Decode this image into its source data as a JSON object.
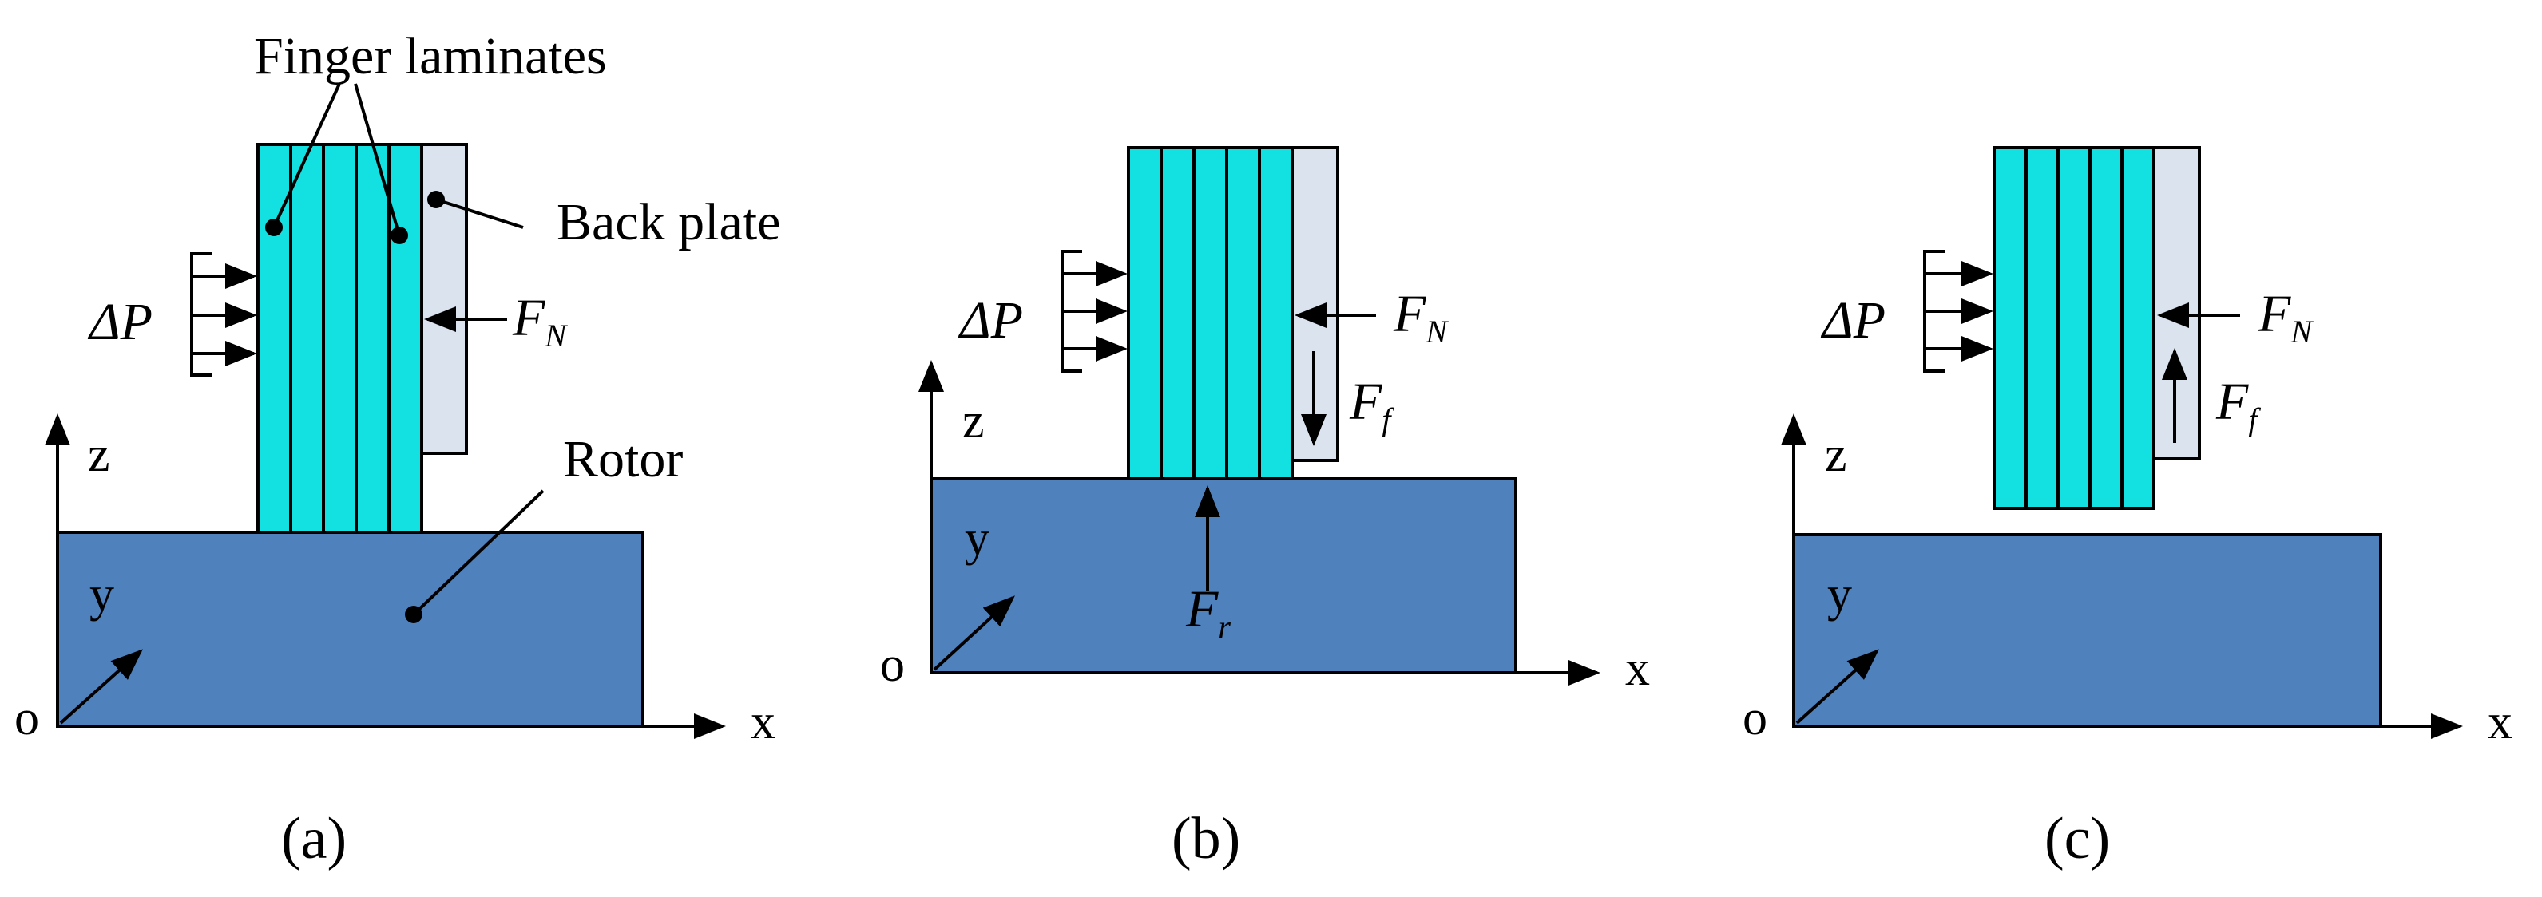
{
  "labels": {
    "finger_laminates": "Finger laminates",
    "back_plate": "Back plate",
    "rotor": "Rotor"
  },
  "axes": {
    "x": "x",
    "y": "y",
    "z": "z",
    "origin": "o"
  },
  "forces": {
    "pressure": "ΔP",
    "normal_main": "F",
    "normal_sub": "N",
    "friction_main": "F",
    "friction_sub": "f",
    "reaction_main": "F",
    "reaction_sub": "r"
  },
  "captions": [
    "(a)",
    "(b)",
    "(c)"
  ],
  "colors": {
    "rotor": "#4f81bd",
    "laminate": "#13e0e0",
    "back_plate": "#dbe3ef"
  }
}
